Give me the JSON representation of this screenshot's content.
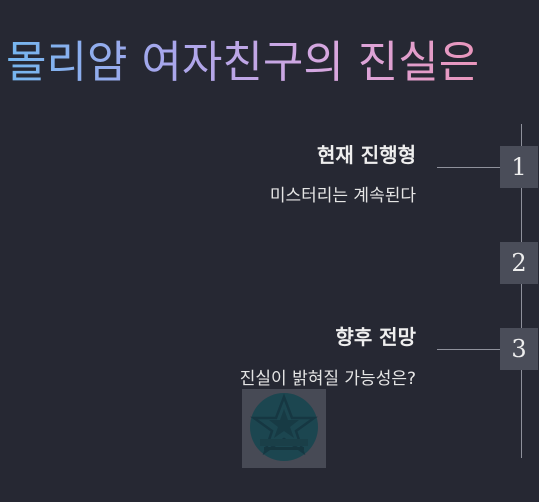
{
  "title": "몰리얌 여자친구의 진실은",
  "timeline": [
    {
      "number": "1",
      "title": "현재 진행형",
      "description": "미스터리는 계속된다"
    },
    {
      "number": "2",
      "title": "",
      "description": ""
    },
    {
      "number": "3",
      "title": "향후 전망",
      "description": "진실이 밝혀질 가능성은?"
    }
  ],
  "colors": {
    "background": "#262833",
    "marker": "#4a4d59",
    "line": "#8f919c",
    "title_gradient": [
      "#74b6ef",
      "#a7a6ec",
      "#d9a7df",
      "#f08fad"
    ]
  },
  "logo": {
    "icon": "star-emblem-icon"
  }
}
